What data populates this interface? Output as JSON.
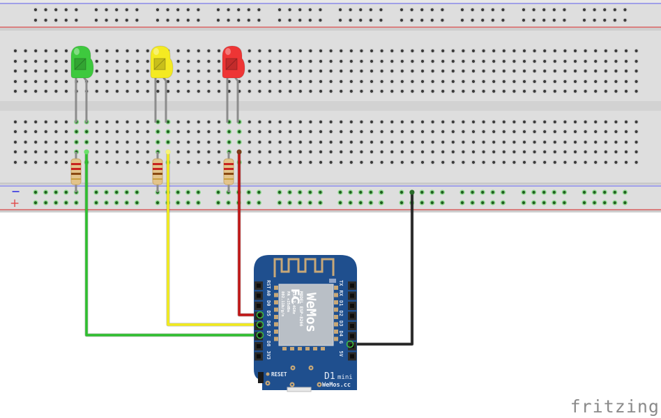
{
  "app": "Fritzing breadboard view",
  "logo_text": "fritzing",
  "breadboard": {
    "rail_minus_label": "−",
    "rail_plus_label": "+",
    "colors": {
      "body": "#dcdcdc",
      "hole": "#3a3a3a",
      "connected_hole": "#47b04a",
      "rail_blue": "#7a7aee",
      "rail_red": "#e05050"
    }
  },
  "leds": [
    {
      "name": "green-led",
      "color": "#3ec93e"
    },
    {
      "name": "yellow-led",
      "color": "#f4ea22"
    },
    {
      "name": "red-led",
      "color": "#ee3535"
    }
  ],
  "resistors": [
    {
      "name": "resistor-green",
      "bands": [
        "#c8241e",
        "#c8241e",
        "#8a4a12"
      ]
    },
    {
      "name": "resistor-yellow",
      "bands": [
        "#c8241e",
        "#c8241e",
        "#8a4a12"
      ]
    },
    {
      "name": "resistor-red",
      "bands": [
        "#c8241e",
        "#c8241e",
        "#8a4a12"
      ]
    }
  ],
  "wires": [
    {
      "name": "green-wire-d7",
      "color": "#2fbf2f",
      "connects": "LED green → D7"
    },
    {
      "name": "yellow-wire-d6",
      "color": "#f2ec1a",
      "connects": "LED yellow → D6"
    },
    {
      "name": "red-wire-d5",
      "color": "#c01515",
      "connects": "LED red → D5"
    },
    {
      "name": "black-wire-gnd",
      "color": "#222222",
      "connects": "G → rail −"
    }
  ],
  "board": {
    "name": "D1mini",
    "title_main": "D1",
    "title_sub": "mini",
    "brand": "WeMos.cc",
    "module_brand": "WeMos",
    "module_model": "MODEL ESP-8266",
    "module_lines": [
      "ISM 2.4GHz",
      "PA +25dBm",
      "802.11b/g/n"
    ],
    "fcc_mark": "FC",
    "reset_label": "RESET",
    "left_pins": [
      "RST",
      "A0",
      "D0",
      "D5",
      "D6",
      "D7",
      "D8",
      "3V3"
    ],
    "right_pins": [
      "TX",
      "RX",
      "D1",
      "D2",
      "D3",
      "D4",
      "G",
      "5V"
    ],
    "color": "#1f4f8e"
  }
}
